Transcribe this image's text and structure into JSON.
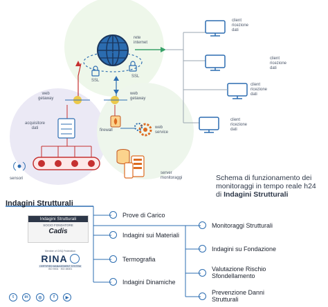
{
  "diagram": {
    "labels": {
      "rete_internet": "rete\ninternet",
      "ssl_left": "SSL",
      "ssl_right": "SSL",
      "web_getaway_left": "web\ngetaway",
      "web_getaway_right": "web\ngetaway",
      "acquisitore_dati": "acquisitore\ndati",
      "firewall": "firewall",
      "web_service": "web\nservice",
      "server_monitoraggi": "server\nmonitoraggi",
      "sensori": "sensori"
    },
    "clients": [
      "client\nricezione\ndati",
      "client\nricezione\ndati",
      "client\nricezione\ndati",
      "client\nricezione\ndati"
    ],
    "caption": {
      "line1": "Schema di funzionamento dei",
      "line2": "monitoraggi in tempo reale h24",
      "line3_prefix": "di ",
      "line3_bold": "Indagini Strutturali"
    },
    "colors": {
      "accent_blue": "#2b6cb0",
      "sensor_red": "#c53030",
      "internet_green": "#38a169",
      "web_gateway_yellow": "#ecc94b"
    }
  },
  "services": {
    "title": "Indagini Strutturali",
    "left_items": [
      "Prove di Carico",
      "Indagini sui Materiali",
      "Termografia",
      "Indagini Dinamiche"
    ],
    "right_items": [
      "Monitoraggi Strutturali",
      "Indagini su Fondazione",
      "Valutazione Rischio\nSfondellamento",
      "Prevenzione Danni\nStrutturali"
    ]
  },
  "logos": {
    "indagini_title": "Indagini Strutturali",
    "socio": "SOCIO FONDATORE",
    "cadis": "Cadis",
    "rina": "RINA",
    "rina_member": "Member of CISQ Federation",
    "rina_cert": "CERTIFIED MANAGEMENT SYSTEM",
    "rina_iso": "ISO 9001 · ISO 45001"
  },
  "social": {
    "icons": [
      "twitter-icon",
      "linkedin-icon",
      "instagram-icon",
      "facebook-icon",
      "youtube-icon"
    ]
  }
}
